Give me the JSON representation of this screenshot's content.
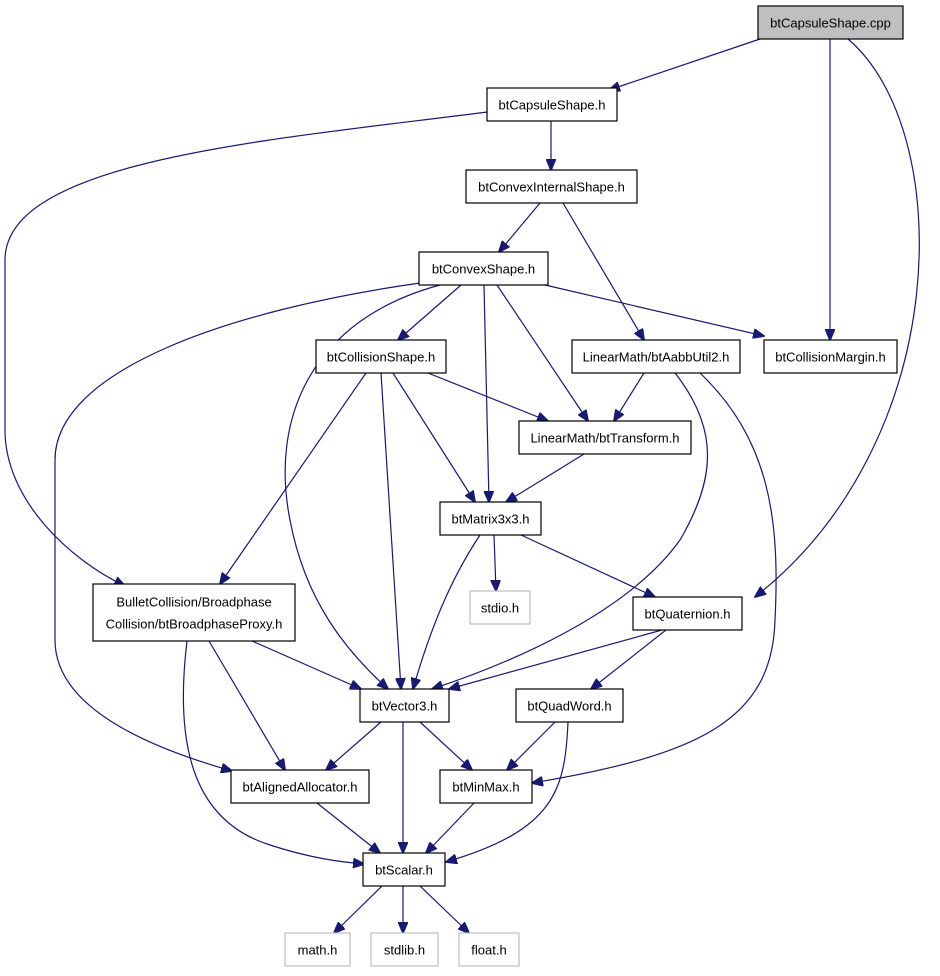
{
  "diagram": {
    "colors": {
      "edge": "#191970",
      "node_border": "#000000",
      "node_fill": "#ffffff",
      "root_fill": "#bfbfbf",
      "system_border": "#bfbfbf",
      "system_text": "#7f7f7f",
      "text": "#000000"
    },
    "nodes": [
      {
        "id": "root",
        "lines": [
          "btCapsuleShape.cpp"
        ],
        "style": "root"
      },
      {
        "id": "capsule_h",
        "lines": [
          "btCapsuleShape.h"
        ],
        "style": "normal"
      },
      {
        "id": "convex_internal",
        "lines": [
          "btConvexInternalShape.h"
        ],
        "style": "normal"
      },
      {
        "id": "convex_shape",
        "lines": [
          "btConvexShape.h"
        ],
        "style": "normal"
      },
      {
        "id": "collision_shape",
        "lines": [
          "btCollisionShape.h"
        ],
        "style": "normal"
      },
      {
        "id": "aabb_util",
        "lines": [
          "LinearMath/btAabbUtil2.h"
        ],
        "style": "normal"
      },
      {
        "id": "collision_margin",
        "lines": [
          "btCollisionMargin.h"
        ],
        "style": "normal"
      },
      {
        "id": "transform",
        "lines": [
          "LinearMath/btTransform.h"
        ],
        "style": "normal"
      },
      {
        "id": "matrix3x3",
        "lines": [
          "btMatrix3x3.h"
        ],
        "style": "normal"
      },
      {
        "id": "broadphase_proxy",
        "lines": [
          "BulletCollision/Broadphase",
          "Collision/btBroadphaseProxy.h"
        ],
        "style": "normal"
      },
      {
        "id": "stdio",
        "lines": [
          "stdio.h"
        ],
        "style": "system"
      },
      {
        "id": "quaternion",
        "lines": [
          "btQuaternion.h"
        ],
        "style": "normal"
      },
      {
        "id": "vector3",
        "lines": [
          "btVector3.h"
        ],
        "style": "normal"
      },
      {
        "id": "quadword",
        "lines": [
          "btQuadWord.h"
        ],
        "style": "normal"
      },
      {
        "id": "aligned_allocator",
        "lines": [
          "btAlignedAllocator.h"
        ],
        "style": "normal"
      },
      {
        "id": "minmax",
        "lines": [
          "btMinMax.h"
        ],
        "style": "normal"
      },
      {
        "id": "scalar",
        "lines": [
          "btScalar.h"
        ],
        "style": "normal"
      },
      {
        "id": "math",
        "lines": [
          "math.h"
        ],
        "style": "system"
      },
      {
        "id": "stdlib",
        "lines": [
          "stdlib.h"
        ],
        "style": "system"
      },
      {
        "id": "float",
        "lines": [
          "float.h"
        ],
        "style": "system"
      }
    ],
    "edges": [
      {
        "from": "root",
        "to": "capsule_h"
      },
      {
        "from": "root",
        "to": "collision_margin"
      },
      {
        "from": "root",
        "to": "quaternion"
      },
      {
        "from": "capsule_h",
        "to": "convex_internal"
      },
      {
        "from": "capsule_h",
        "to": "broadphase_proxy"
      },
      {
        "from": "convex_internal",
        "to": "convex_shape"
      },
      {
        "from": "convex_internal",
        "to": "aabb_util"
      },
      {
        "from": "convex_shape",
        "to": "collision_shape"
      },
      {
        "from": "convex_shape",
        "to": "collision_margin"
      },
      {
        "from": "convex_shape",
        "to": "transform"
      },
      {
        "from": "convex_shape",
        "to": "matrix3x3"
      },
      {
        "from": "convex_shape",
        "to": "vector3"
      },
      {
        "from": "convex_shape",
        "to": "aligned_allocator"
      },
      {
        "from": "collision_shape",
        "to": "transform"
      },
      {
        "from": "collision_shape",
        "to": "matrix3x3"
      },
      {
        "from": "collision_shape",
        "to": "vector3"
      },
      {
        "from": "collision_shape",
        "to": "broadphase_proxy"
      },
      {
        "from": "aabb_util",
        "to": "transform"
      },
      {
        "from": "aabb_util",
        "to": "vector3"
      },
      {
        "from": "aabb_util",
        "to": "minmax"
      },
      {
        "from": "transform",
        "to": "matrix3x3"
      },
      {
        "from": "matrix3x3",
        "to": "vector3"
      },
      {
        "from": "matrix3x3",
        "to": "quaternion"
      },
      {
        "from": "matrix3x3",
        "to": "stdio"
      },
      {
        "from": "broadphase_proxy",
        "to": "vector3"
      },
      {
        "from": "broadphase_proxy",
        "to": "aligned_allocator"
      },
      {
        "from": "broadphase_proxy",
        "to": "scalar"
      },
      {
        "from": "quaternion",
        "to": "vector3"
      },
      {
        "from": "quaternion",
        "to": "quadword"
      },
      {
        "from": "vector3",
        "to": "aligned_allocator"
      },
      {
        "from": "vector3",
        "to": "minmax"
      },
      {
        "from": "vector3",
        "to": "scalar"
      },
      {
        "from": "quadword",
        "to": "minmax"
      },
      {
        "from": "quadword",
        "to": "scalar"
      },
      {
        "from": "aligned_allocator",
        "to": "scalar"
      },
      {
        "from": "minmax",
        "to": "scalar"
      },
      {
        "from": "scalar",
        "to": "math"
      },
      {
        "from": "scalar",
        "to": "stdlib"
      },
      {
        "from": "scalar",
        "to": "float"
      }
    ]
  }
}
